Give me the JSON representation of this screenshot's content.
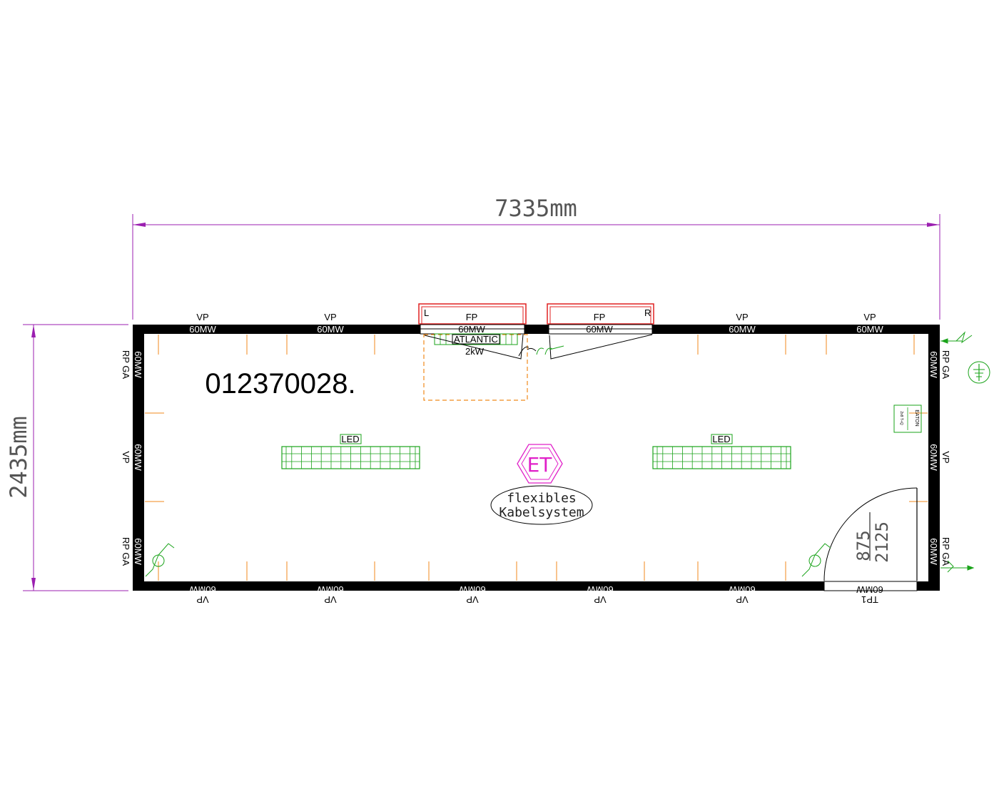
{
  "dimensions": {
    "length": "7335mm",
    "width": "2435mm"
  },
  "container_number": "012370028.",
  "walls": {
    "top": [
      {
        "type": "VP",
        "size": "60MW"
      },
      {
        "type": "VP",
        "size": "60MW"
      },
      {
        "type": "FP",
        "size": "60MW"
      },
      {
        "type": "FP",
        "size": "60MW"
      },
      {
        "type": "VP",
        "size": "60MW"
      },
      {
        "type": "VP",
        "size": "60MW"
      }
    ],
    "bottom": [
      {
        "type": "VP",
        "size": "60MW"
      },
      {
        "type": "VP",
        "size": "60MW"
      },
      {
        "type": "VP",
        "size": "60MW"
      },
      {
        "type": "VP",
        "size": "60MW"
      },
      {
        "type": "VP",
        "size": "60MW"
      },
      {
        "type": "TP1",
        "size": "60MW"
      }
    ],
    "left": [
      {
        "type": "RP GA",
        "size": "60MW"
      },
      {
        "type": "VP",
        "size": "60MW"
      },
      {
        "type": "RP GA",
        "size": "60MW"
      }
    ],
    "right": [
      {
        "type": "RP GA",
        "size": "60MW"
      },
      {
        "type": "VP",
        "size": "60MW"
      },
      {
        "type": "RP GA",
        "size": "60MW"
      }
    ]
  },
  "window_marks": {
    "left": "L",
    "right": "R"
  },
  "heater": {
    "brand": "ATLANTIC",
    "power": "2kW"
  },
  "lights": [
    "LED",
    "LED"
  ],
  "et_symbol": "ET",
  "cable_system": {
    "line1": "flexibles",
    "line2": "Kabelsystem"
  },
  "distribution_box": {
    "brand": "EATON",
    "sub": "2x8 T+Q"
  },
  "door": {
    "width": "875",
    "height": "2125"
  },
  "colors": {
    "wall": "#000000",
    "dimension": "#9b1fb0",
    "electrical": "#1aa31a",
    "window": "#e02020",
    "socket": "#f08a1c",
    "et": "#e020c8"
  }
}
